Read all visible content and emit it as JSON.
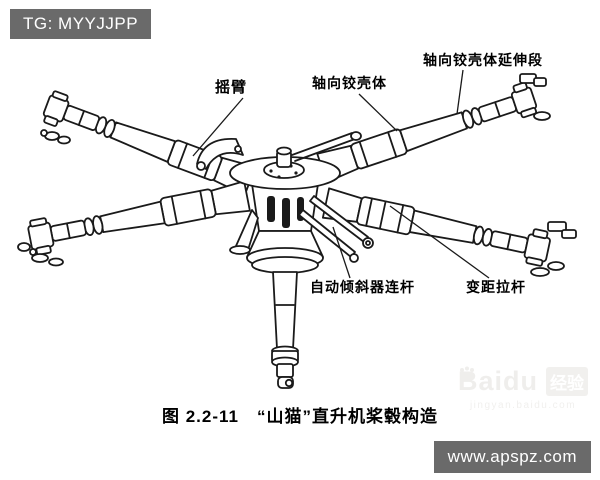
{
  "badges": {
    "tg": "TG: MYYJJPP",
    "url": "www.apspz.com"
  },
  "figure": {
    "caption": "图 2.2-11　“山猫”直升机桨毂构造",
    "labels": {
      "rocker_arm": "摇臂",
      "axial_hinge_housing": "轴向铰壳体",
      "axial_hinge_housing_extension": "轴向铰壳体延伸段",
      "swashplate_link": "自动倾斜器连杆",
      "pitch_control_rod": "变距拉杆"
    }
  },
  "watermark": {
    "brand": "Baidu",
    "badge": "经验",
    "site": "jingyan.baidu.com"
  },
  "colors": {
    "ink": "#1a1a1a",
    "badge_bg": "#6a6a6a",
    "badge_text": "#ffffff",
    "watermark": "#efeeec"
  }
}
